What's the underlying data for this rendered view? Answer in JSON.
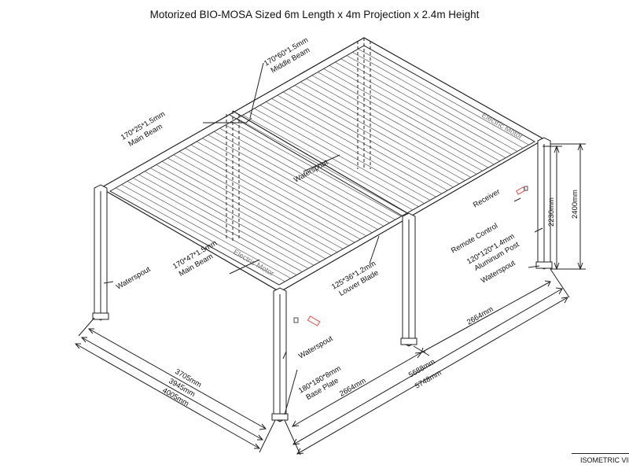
{
  "title": "Motorized BIO-MOSA Sized 6m Length x 4m Projection x 2.4m Height",
  "labels": {
    "middle_beam_size": "170*60*1.5mm",
    "middle_beam": "Middle Beam",
    "main_beam_top_size": "170*25*1.5mm",
    "main_beam_top": "Main Beam",
    "main_beam_front_size": "170*47*1.5mm",
    "main_beam_front": "Main Beam",
    "electric_motor_back": "Electric Motor",
    "electric_motor_front": "Electric Motor",
    "waterspout_center": "Waterspout",
    "waterspout_left": "Waterspout",
    "waterspout_front": "Waterspout",
    "waterspout_right": "Waterspout",
    "receiver": "Receiver",
    "remote_control": "Remote Control",
    "post_size": "120*120*1.4mm",
    "post": "Aluminum Post",
    "louver_size": "125*36*1.2mm",
    "louver": "Louver Blade",
    "base_plate_size": "180*180*8mm",
    "base_plate": "Base Plate"
  },
  "dimensions": {
    "height_clear": "2230mm",
    "height_total": "2400mm",
    "right_span": "2664mm",
    "front_span": "2664mm",
    "length_inner": "5688mm",
    "length_outer": "5748mm",
    "depth_inner": "3705mm",
    "depth_mid": "3945mm",
    "depth_outer": "4005mm"
  },
  "footer": "ISOMETRIC VIE",
  "colors": {
    "line": "#222222",
    "accent": "#d9534f"
  }
}
